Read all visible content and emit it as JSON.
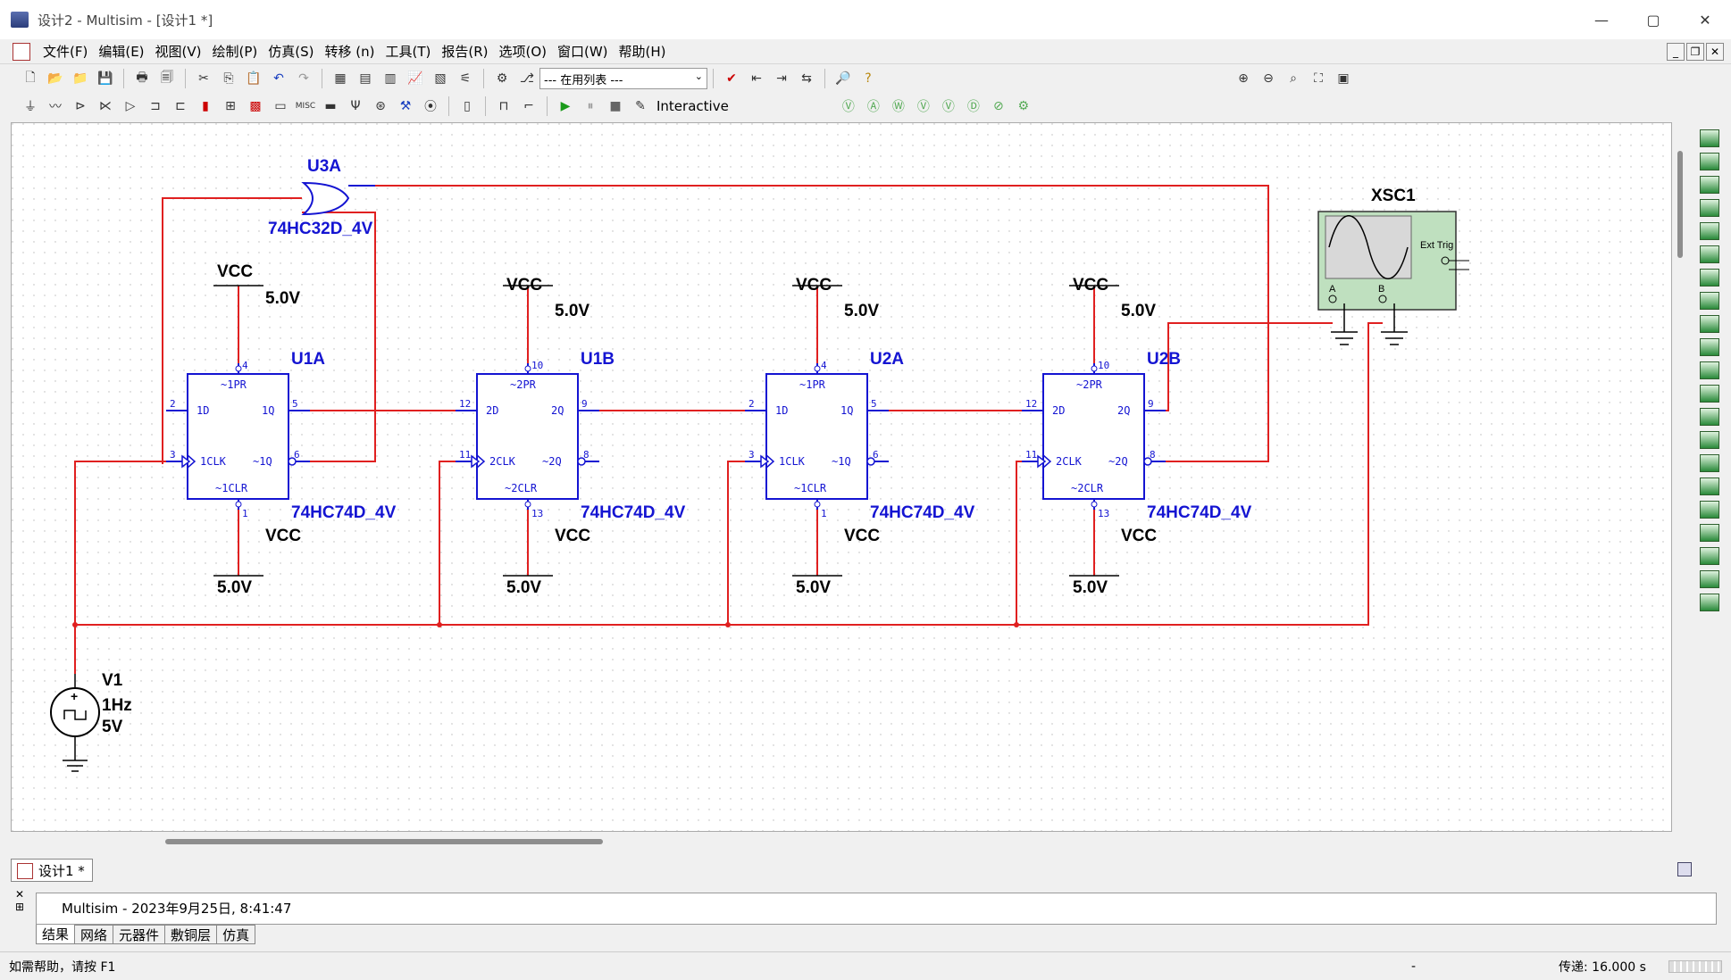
{
  "window": {
    "title": "设计2 - Multisim - [设计1 *]",
    "controls": {
      "minimize": "—",
      "maximize": "▢",
      "close": "✕"
    }
  },
  "menu": [
    "文件(F)",
    "编辑(E)",
    "视图(V)",
    "绘制(P)",
    "仿真(S)",
    "转移 (n)",
    "工具(T)",
    "报告(R)",
    "选项(O)",
    "窗口(W)",
    "帮助(H)"
  ],
  "mdi_controls": {
    "minimize": "_",
    "restore": "❐",
    "close": "✕"
  },
  "toolbar": {
    "in_use_list": "--- 在用列表 ---",
    "interactive_label": "Interactive"
  },
  "schematic": {
    "or_gate": {
      "ref": "U3A",
      "part": "74HC32D_4V"
    },
    "flipflops": [
      {
        "ref": "U1A",
        "part": "74HC74D_4V",
        "pr": "~1PR",
        "d": "1D",
        "q": "1Q",
        "clk": "1CLK",
        "qn": "~1Q",
        "clr": "~1CLR",
        "pins": [
          "4",
          "2",
          "5",
          "3",
          "6",
          "1"
        ]
      },
      {
        "ref": "U1B",
        "part": "74HC74D_4V",
        "pr": "~2PR",
        "d": "2D",
        "q": "2Q",
        "clk": "2CLK",
        "qn": "~2Q",
        "clr": "~2CLR",
        "pins": [
          "10",
          "12",
          "9",
          "11",
          "8",
          "13"
        ]
      },
      {
        "ref": "U2A",
        "part": "74HC74D_4V",
        "pr": "~1PR",
        "d": "1D",
        "q": "1Q",
        "clk": "1CLK",
        "qn": "~1Q",
        "clr": "~1CLR",
        "pins": [
          "4",
          "2",
          "5",
          "3",
          "6",
          "1"
        ]
      },
      {
        "ref": "U2B",
        "part": "74HC74D_4V",
        "pr": "~2PR",
        "d": "2D",
        "q": "2Q",
        "clk": "2CLK",
        "qn": "~2Q",
        "clr": "~2CLR",
        "pins": [
          "10",
          "12",
          "9",
          "11",
          "8",
          "13"
        ]
      }
    ],
    "power": {
      "name": "VCC",
      "voltage": "5.0V"
    },
    "source": {
      "ref": "V1",
      "freq": "1Hz",
      "amp": "5V"
    },
    "scope": {
      "ref": "XSC1",
      "ext_trig": "Ext Trig",
      "ch_a": "A",
      "ch_b": "B"
    },
    "colors": {
      "wire": "#e02020",
      "component": "#1414d2",
      "black": "#000000"
    }
  },
  "doc_tab": "设计1 *",
  "output": {
    "message": "Multisim  -  2023年9月25日, 8:41:47"
  },
  "panel_tabs": [
    "结果",
    "网络",
    "元器件",
    "敷铜层",
    "仿真"
  ],
  "statusbar": {
    "help": "如需帮助，请按 F1",
    "dash": "-",
    "transfer": "传递: 16.000 s"
  }
}
